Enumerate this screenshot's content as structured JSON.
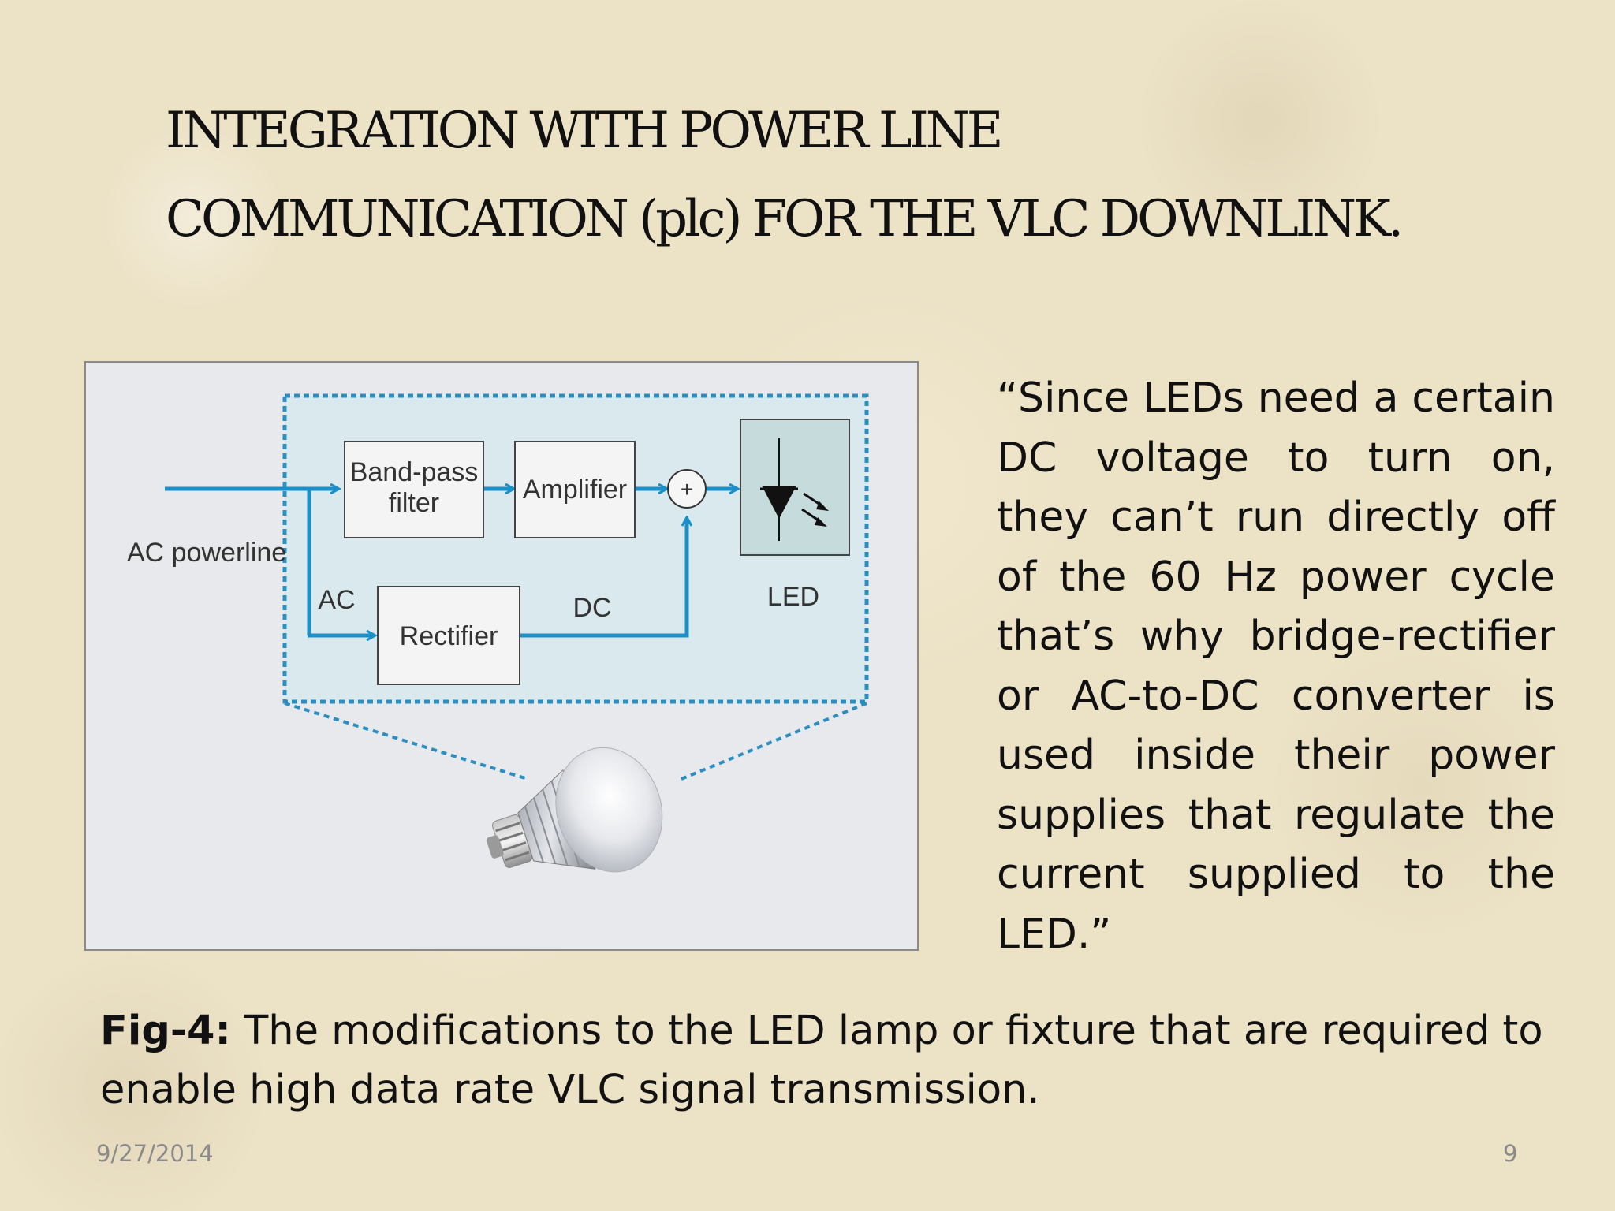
{
  "slide": {
    "title_line1": "INTEGRATION WITH  POWER LINE",
    "title_line2": "COMMUNICATION (plc) FOR THE VLC DOWNLINK.",
    "quote": "“Since LEDs need a certain DC voltage to turn on, they can’t run directly off of the 60 Hz power cycle that’s why bridge-rectifier or AC-to-DC converter is used inside their power supplies that regulate the current supplied to the LED.”",
    "caption_label": "Fig-4:",
    "caption_text": " The modifications to the LED lamp or fixture that are required to enable high data rate VLC signal transmission.",
    "footer_date": "9/27/2014",
    "footer_page": "9"
  },
  "diagram": {
    "input_label": "AC powerline",
    "bandpass_line1": "Band-pass",
    "bandpass_line2": "filter",
    "amplifier": "Amplifier",
    "adder": "+",
    "rectifier": "Rectifier",
    "ac_label": "AC",
    "dc_label": "DC",
    "led_label": "LED",
    "colors": {
      "arrow": "#1b8fc7",
      "dashed_border": "#2a8fc0",
      "inner_fill": "#d9e9ee",
      "box_fill": "#f4f4f4",
      "led_box_fill": "#c6dcdc"
    }
  }
}
